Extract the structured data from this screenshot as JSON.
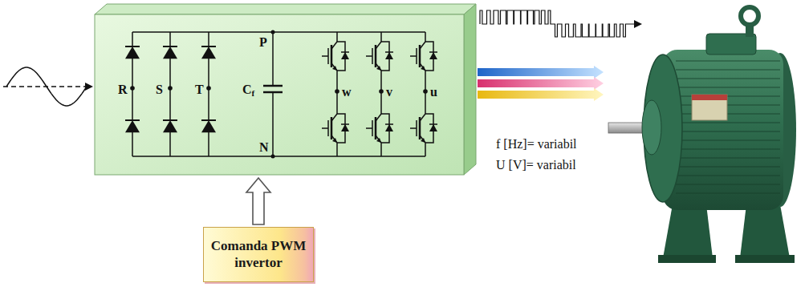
{
  "diagram": {
    "nodes": [
      {
        "text": [
          "R",
          "S",
          "T",
          "Cf",
          "P",
          "N",
          "w",
          "v",
          "u"
        ]
      },
      {
        "text": [
          "Comanda PWM invertor"
        ]
      }
    ],
    "edges": [
      {
        "from": 1,
        "to": 0,
        "arrow": "to"
      }
    ],
    "labels": [
      "f [Hz]= variabil",
      "U [V]= variabil"
    ]
  }
}
